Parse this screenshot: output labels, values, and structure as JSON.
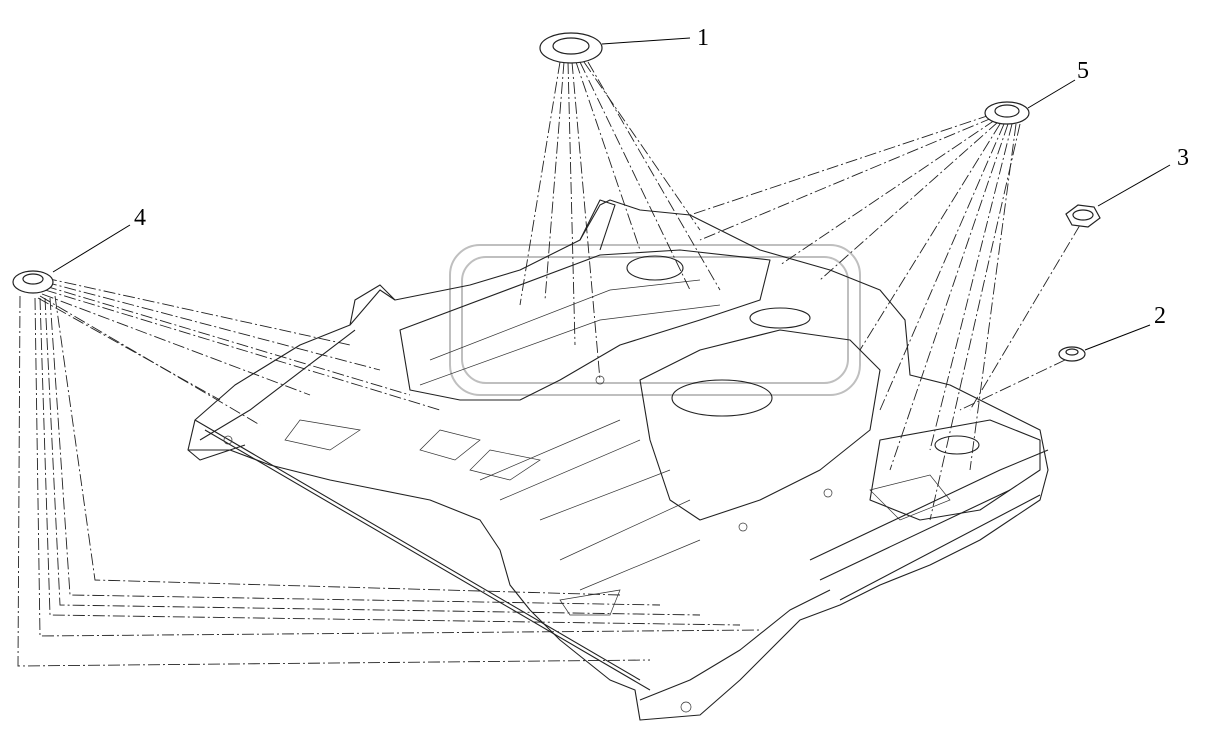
{
  "callouts": [
    {
      "id": "1",
      "label": "1"
    },
    {
      "id": "2",
      "label": "2"
    },
    {
      "id": "3",
      "label": "3"
    },
    {
      "id": "4",
      "label": "4"
    },
    {
      "id": "5",
      "label": "5"
    }
  ],
  "parts": {
    "part_1": "oval-plug-icon",
    "part_2": "small-plug-icon",
    "part_3": "hex-plug-icon",
    "part_4": "round-plug-icon",
    "part_5": "round-plug-icon"
  },
  "colors": {
    "line": "#222222",
    "watermark": "#bfbfbf",
    "background": "#ffffff"
  }
}
